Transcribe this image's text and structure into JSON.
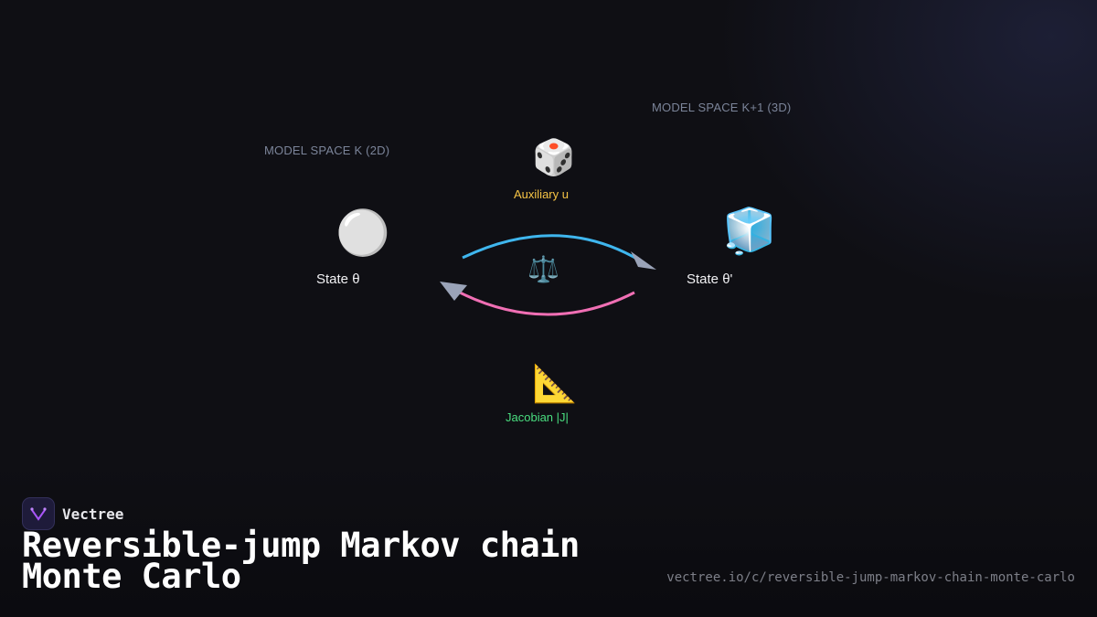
{
  "diagram": {
    "space_k_label": "MODEL SPACE K (2D)",
    "space_k1_label": "MODEL SPACE K+1 (3D)",
    "state_theta": {
      "icon": "white-circle-icon",
      "glyph": "⚪",
      "label": "State θ"
    },
    "state_theta_prime": {
      "icon": "ice-cube-icon",
      "glyph": "🧊",
      "label": "State θ'"
    },
    "auxiliary": {
      "icon": "dice-icon",
      "glyph": "🎲",
      "label": "Auxiliary u",
      "color": "#f6c445"
    },
    "balance": {
      "icon": "balance-scale-icon",
      "glyph": "⚖️"
    },
    "jacobian": {
      "icon": "triangular-ruler-icon",
      "glyph": "📐",
      "label": "Jacobian |J|",
      "color": "#4ade80"
    },
    "forward_arrow_color": "#3fb6ee",
    "reverse_arrow_color": "#f06fb4",
    "arrowhead_color": "#9aa3b8"
  },
  "brand": {
    "name": "Vectree",
    "accent": "#a855f7"
  },
  "title": "Reversible-jump Markov chain Monte Carlo",
  "url": "vectree.io/c/reversible-jump-markov-chain-monte-carlo"
}
